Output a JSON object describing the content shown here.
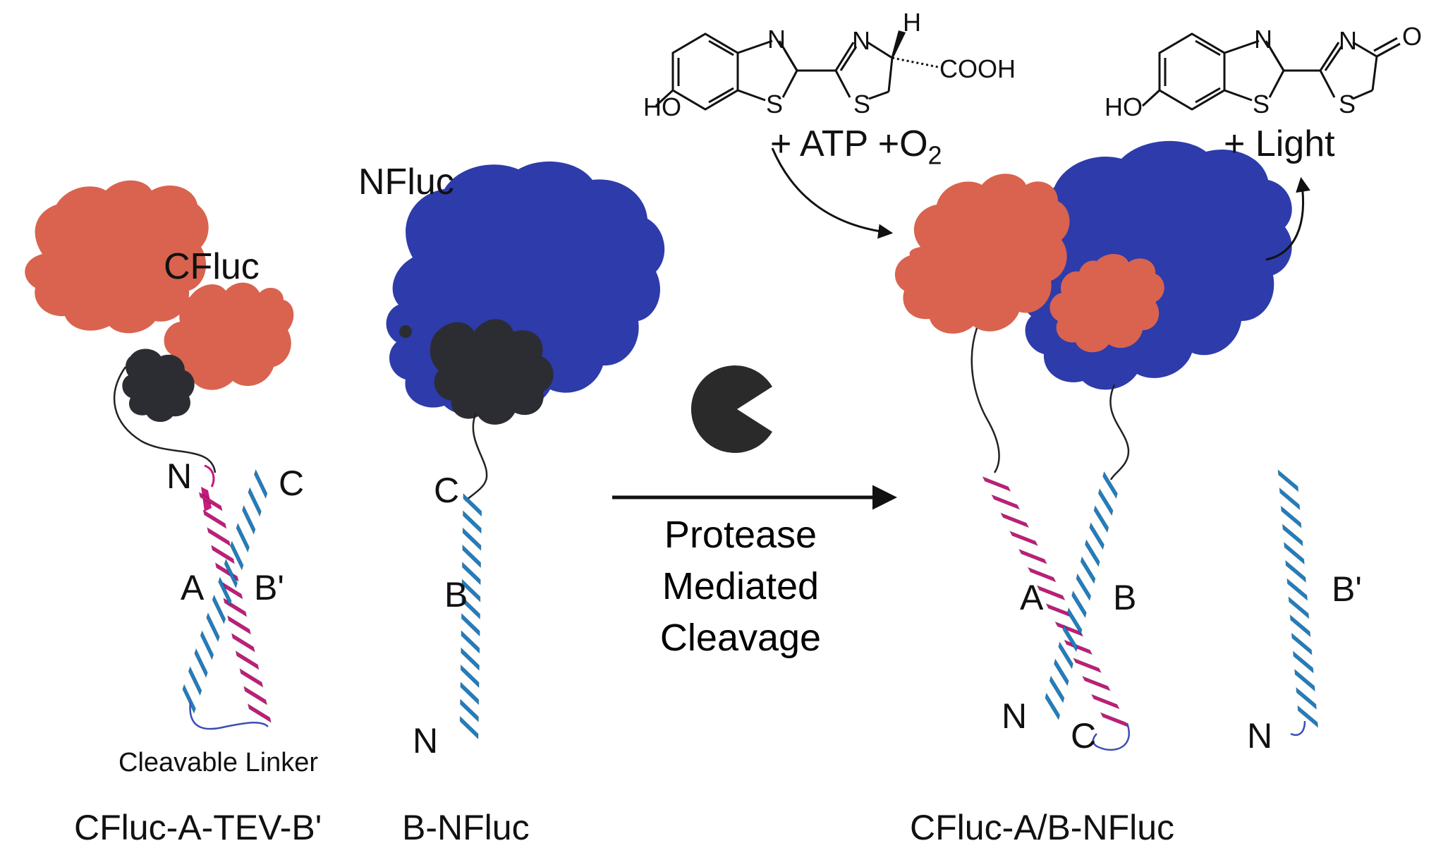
{
  "colors": {
    "cfluc": "#d9634f",
    "nfluc": "#2e3bab",
    "helix_a": "#c41b7c",
    "helix_b": "#1f7fc2",
    "pocket": "#2b2d33",
    "linker": "#222222",
    "protease": "#2a2a2a"
  },
  "icons": {
    "protease": "pac-man-protease-icon",
    "substrate": "luciferin-structure-icon",
    "product": "oxyluciferin-structure-icon"
  },
  "labels": {
    "cfluc": "CFluc",
    "nfluc": "NFluc",
    "n_left": "N",
    "c_left": "C",
    "a_left": "A",
    "bprime_left": "B'",
    "cleavable_linker": "Cleavable Linker",
    "c_mid": "C",
    "b_mid": "B",
    "n_mid": "N",
    "a_right": "A",
    "b_right": "B",
    "n_right": "N",
    "c_right": "C",
    "bprime_free": "B'",
    "n_free": "N"
  },
  "captions": {
    "left": "CFluc-A-TEV-B'",
    "middle": "B-NFluc",
    "right": "CFluc-A/B-NFluc"
  },
  "arrow": {
    "line1": "Protease",
    "line2": "Mediated",
    "line3": "Cleavage"
  },
  "reaction": {
    "reagents": "+ ATP +O",
    "reagents_sub": "2",
    "products": "+ Light"
  },
  "chem": {
    "substrate_ho": "HO",
    "substrate_s1": "S",
    "substrate_n1": "N",
    "substrate_n2": "N",
    "substrate_s2": "S",
    "substrate_h": "H",
    "substrate_cooh": "COOH",
    "product_ho": "HO",
    "product_s1": "S",
    "product_n1": "N",
    "product_n2": "N",
    "product_s2": "S",
    "product_o": "O"
  }
}
